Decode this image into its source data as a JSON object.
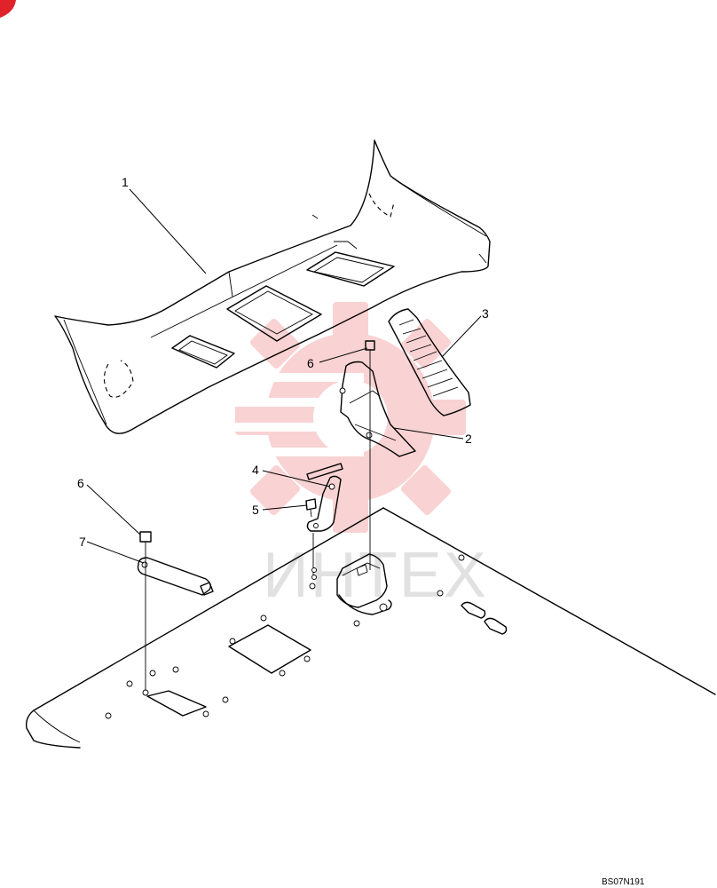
{
  "figure": {
    "drawing_code": "BS07N191",
    "watermark_text": "ИНТЕХ",
    "colors": {
      "line": "#000000",
      "watermark_gear": "#e8383d",
      "corner_tab": "#e0232a"
    }
  },
  "callouts": [
    {
      "id": "c1",
      "label": "1",
      "part": "floor mat / cab floor cover"
    },
    {
      "id": "c2",
      "label": "2",
      "part": "pedal bracket"
    },
    {
      "id": "c3",
      "label": "3",
      "part": "accelerator pedal pad"
    },
    {
      "id": "c4",
      "label": "4",
      "part": "bracket with pin"
    },
    {
      "id": "c5",
      "label": "5",
      "part": "bolt"
    },
    {
      "id": "c6a",
      "label": "6",
      "part": "bolt"
    },
    {
      "id": "c6b",
      "label": "6",
      "part": "bolt"
    },
    {
      "id": "c7",
      "label": "7",
      "part": "link rod"
    }
  ]
}
